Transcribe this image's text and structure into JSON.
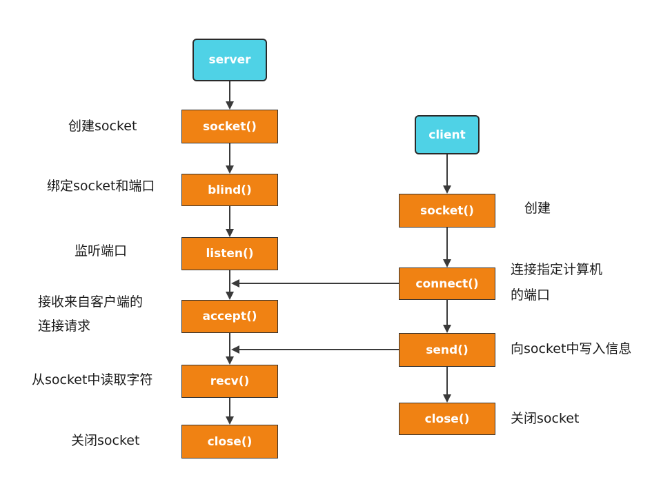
{
  "server": {
    "title": "server",
    "steps": [
      {
        "fn": "socket()",
        "desc": "创建socket"
      },
      {
        "fn": "blind()",
        "desc": "绑定socket和端口"
      },
      {
        "fn": "listen()",
        "desc": "监听端口"
      },
      {
        "fn": "accept()",
        "desc": "接收来自客户端的",
        "desc2": "连接请求"
      },
      {
        "fn": "recv()",
        "desc": "从socket中读取字符"
      },
      {
        "fn": "close()",
        "desc": "关闭socket"
      }
    ]
  },
  "client": {
    "title": "client",
    "steps": [
      {
        "fn": "socket()",
        "desc": "创建"
      },
      {
        "fn": "connect()",
        "desc": "连接指定计算机",
        "desc2": "的端口"
      },
      {
        "fn": "send()",
        "desc": "向socket中写入信息"
      },
      {
        "fn": "close()",
        "desc": "关闭socket"
      }
    ]
  },
  "colors": {
    "start_node": "#4fd2e6",
    "step_node": "#f08213",
    "arrow": "#3a3a3a"
  }
}
